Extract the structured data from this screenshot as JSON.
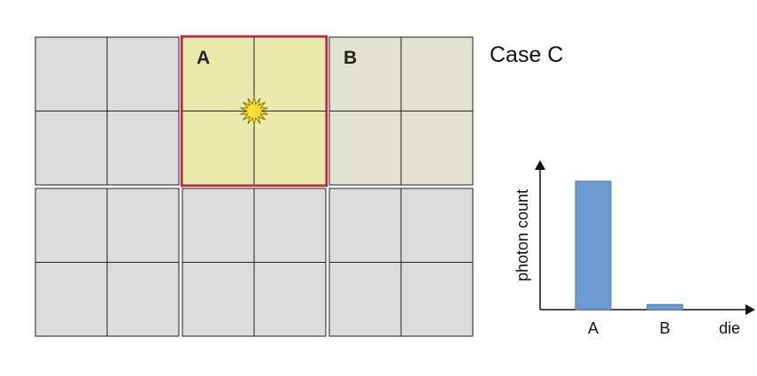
{
  "title": "Case C",
  "dies": [
    {
      "label": "",
      "fill": "#dcdcdc",
      "highlight": false
    },
    {
      "label": "A",
      "fill": "#ebe8ab",
      "highlight": true
    },
    {
      "label": "B",
      "fill": "#e2e2d0",
      "highlight": false
    },
    {
      "label": "",
      "fill": "#dcdcdc",
      "highlight": false
    },
    {
      "label": "",
      "fill": "#dcdcdc",
      "highlight": false
    },
    {
      "label": "",
      "fill": "#dcdcdc",
      "highlight": false
    }
  ],
  "colors": {
    "highlight_border": "#c0284a",
    "cell_line": "#222222",
    "bar": "#6d9bd1",
    "bar_stroke": "#4a77ad",
    "star_fill": "#ffe033",
    "star_stroke": "#8a7a10"
  },
  "chart_data": {
    "type": "bar",
    "categories": [
      "A",
      "B"
    ],
    "values": [
      100,
      4
    ],
    "ylim": [
      0,
      115
    ],
    "xlabel": "die",
    "ylabel": "photon count",
    "grid": false
  }
}
